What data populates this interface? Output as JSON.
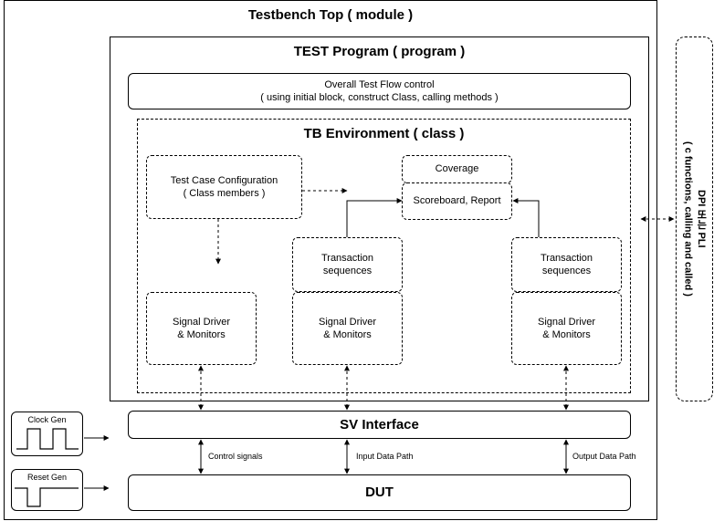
{
  "testbench_top": {
    "title": "Testbench Top ( module )"
  },
  "test_program": {
    "title": "TEST Program ( program )"
  },
  "flow_control": {
    "text": "Overall Test Flow control\n( using initial block, construct Class, calling methods )"
  },
  "tb_environment": {
    "title": "TB Environment ( class )"
  },
  "test_case_config": {
    "text": "Test Case Configuration\n( Class members )"
  },
  "coverage": {
    "text": "Coverage"
  },
  "scoreboard": {
    "text": "Scoreboard, Report"
  },
  "transaction_1": {
    "text": "Transaction\nsequences"
  },
  "transaction_2": {
    "text": "Transaction\nsequences"
  },
  "driver_1": {
    "text": "Signal Driver\n& Monitors"
  },
  "driver_2": {
    "text": "Signal Driver\n& Monitors"
  },
  "driver_3": {
    "text": "Signal Driver\n& Monitors"
  },
  "dpi": {
    "text": "DPI 또는 PLI\n( c functions, calling and called )"
  },
  "clock_gen": {
    "text": "Clock Gen"
  },
  "reset_gen": {
    "text": "Reset Gen"
  },
  "sv_interface": {
    "text": "SV Interface"
  },
  "dut": {
    "text": "DUT"
  },
  "signals": {
    "control": "Control signals",
    "input": "Input Data Path",
    "output": "Output Data Path"
  }
}
